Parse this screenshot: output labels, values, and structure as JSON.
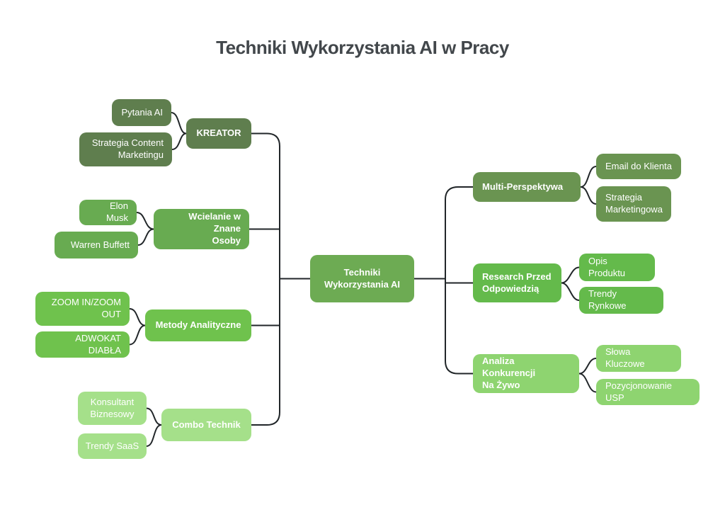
{
  "title": "Techniki Wykorzystania AI w Pracy",
  "root": {
    "label": "Techniki\nWykorzystania AI"
  },
  "branches": [
    {
      "label": "KREATOR",
      "children": [
        "Pytania AI",
        "Strategia Content\nMarketingu"
      ]
    },
    {
      "label": "Wcielanie w Znane\nOsoby",
      "children": [
        "Elon Musk",
        "Warren Buffett"
      ]
    },
    {
      "label": "Metody Analityczne",
      "children": [
        "ZOOM IN/ZOOM\nOUT",
        "ADWOKAT DIABŁA"
      ]
    },
    {
      "label": "Combo Technik",
      "children": [
        "Konsultant\nBiznesowy",
        "Trendy SaaS"
      ]
    },
    {
      "label": "Multi-Perspektywa",
      "children": [
        "Email do Klienta",
        "Strategia\nMarketingowa"
      ]
    },
    {
      "label": "Research Przed\nOdpowiedzią",
      "children": [
        "Opis Produktu",
        "Trendy Rynkowe"
      ]
    },
    {
      "label": "Analiza Konkurencji\nNa Żywo",
      "children": [
        "Słowa Kluczowe",
        "Pozycjonowanie USP"
      ]
    }
  ],
  "colors": {
    "background": "#ffffff",
    "title_text": "#42474b",
    "node_text": "#ffffff",
    "connector": "#212629",
    "root_node": "#6dab53",
    "branch_kreator": "#5f7e4e",
    "branch_wcielanie": "#68ab51",
    "branch_metody": "#6fc24d",
    "branch_combo": "#a5e08a",
    "branch_multi": "#6a9451",
    "branch_research": "#64ba4b",
    "branch_analiza": "#8ed470"
  }
}
